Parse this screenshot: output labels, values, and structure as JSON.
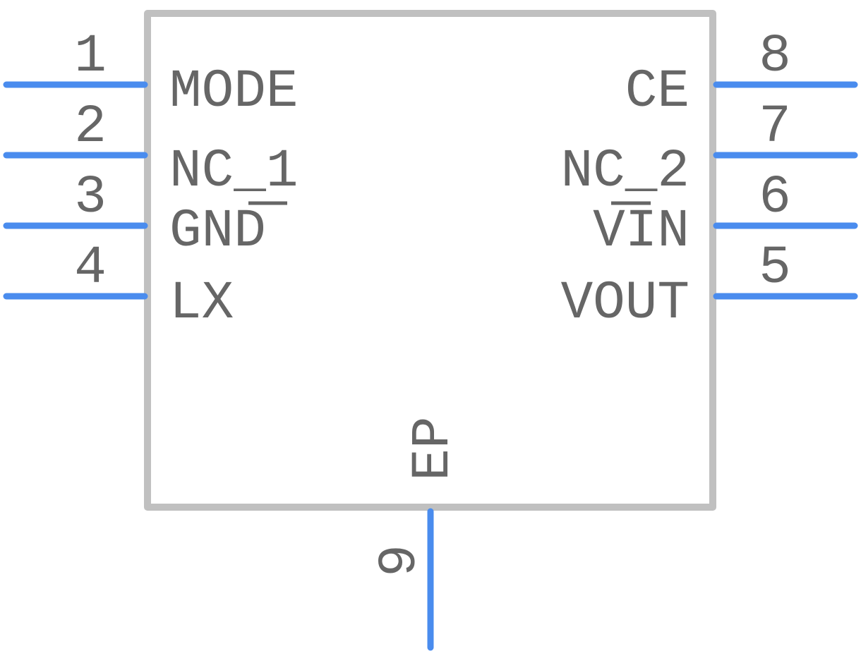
{
  "component": {
    "colors": {
      "body": "#c0c0c0",
      "pin": "#4a8cee",
      "text": "#666666"
    },
    "pins": [
      {
        "number": "1",
        "name": "MODE"
      },
      {
        "number": "2",
        "name": "NC_1"
      },
      {
        "number": "3",
        "name": "GND"
      },
      {
        "number": "4",
        "name": "LX"
      },
      {
        "number": "5",
        "name": "VOUT"
      },
      {
        "number": "6",
        "name": "VIN"
      },
      {
        "number": "7",
        "name": "NC_2"
      },
      {
        "number": "8",
        "name": "CE"
      },
      {
        "number": "9",
        "name": "EP"
      }
    ]
  }
}
